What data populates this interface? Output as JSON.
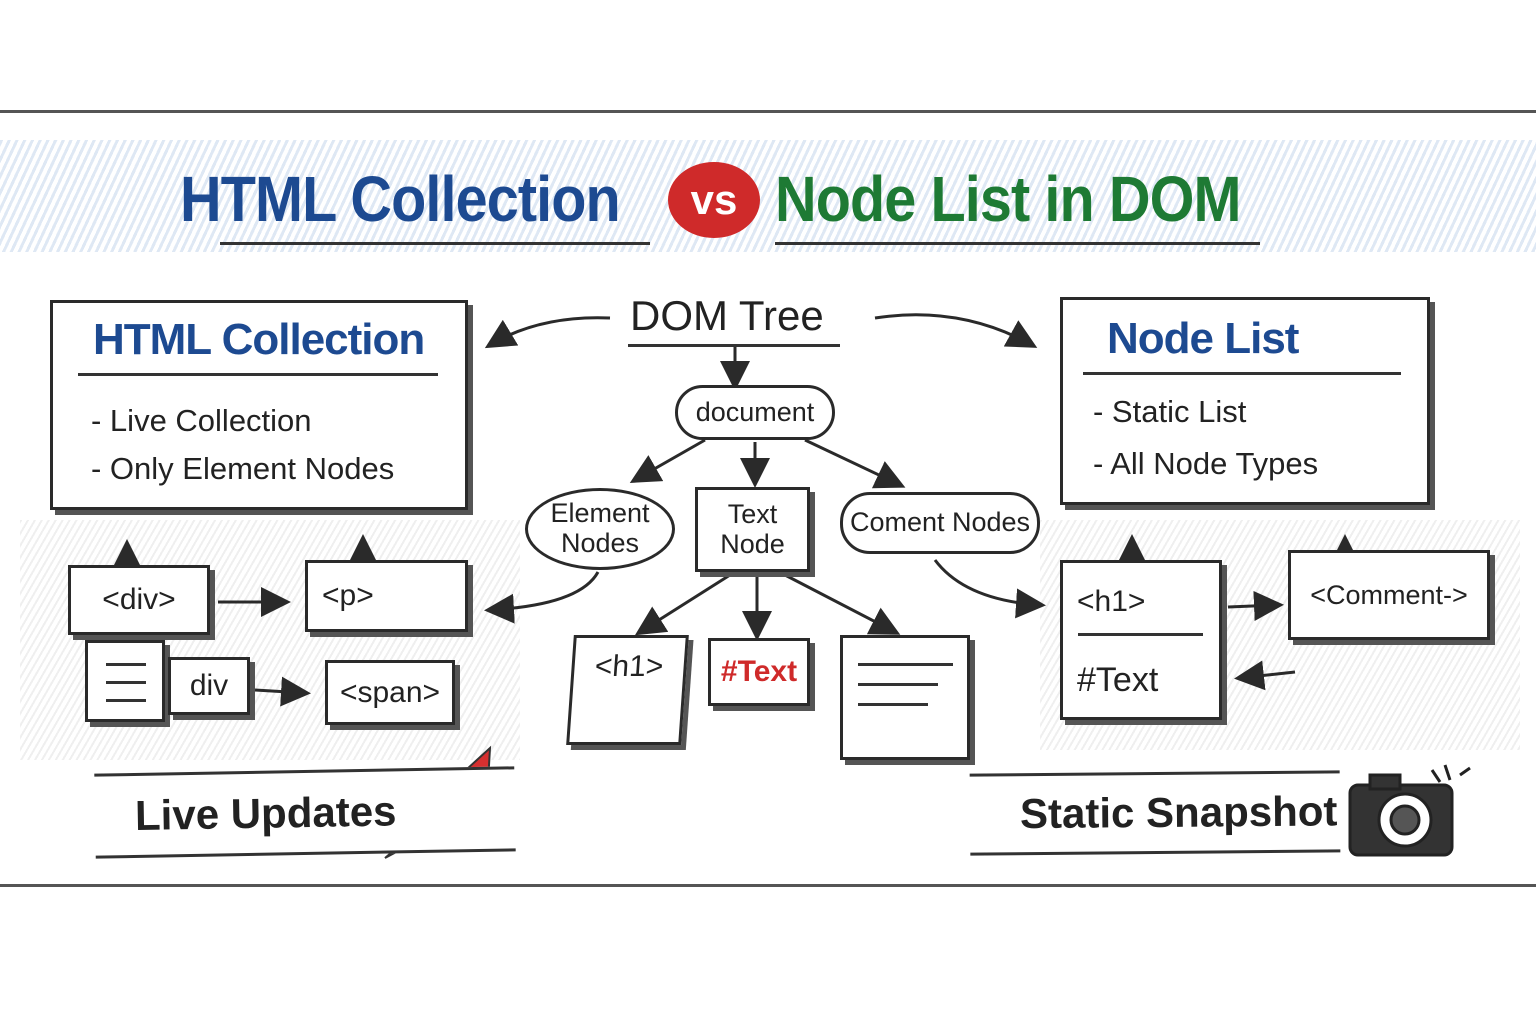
{
  "title": {
    "left": "HTML Collection",
    "vs": "vs",
    "right": "Node List in DOM"
  },
  "colors": {
    "blue": "#1d4a91",
    "green": "#1e7a34",
    "red": "#cf2a2a"
  },
  "html_collection": {
    "heading": "HTML Collection",
    "items": [
      "- Live Collection",
      "- Only Element Nodes"
    ]
  },
  "node_list": {
    "heading": "Node List",
    "items": [
      "- Static List",
      "- All Node Types"
    ]
  },
  "tree": {
    "root_label": "DOM Tree",
    "document": "document",
    "element_nodes": "Element Nodes",
    "text_node": "Text Node",
    "comment_nodes": "Coment Nodes",
    "h1": "<h1>",
    "text": "#Text"
  },
  "left_examples": {
    "div": "<div>",
    "p": "<p>",
    "div_small": "div",
    "span": "<span>"
  },
  "right_examples": {
    "h1": "<h1>",
    "text": "#Text",
    "comment": "<Comment->"
  },
  "banners": {
    "live": "Live Updates",
    "static": "Static Snapshot"
  },
  "icons": [
    "arrow-up-right-icon",
    "camera-icon"
  ]
}
